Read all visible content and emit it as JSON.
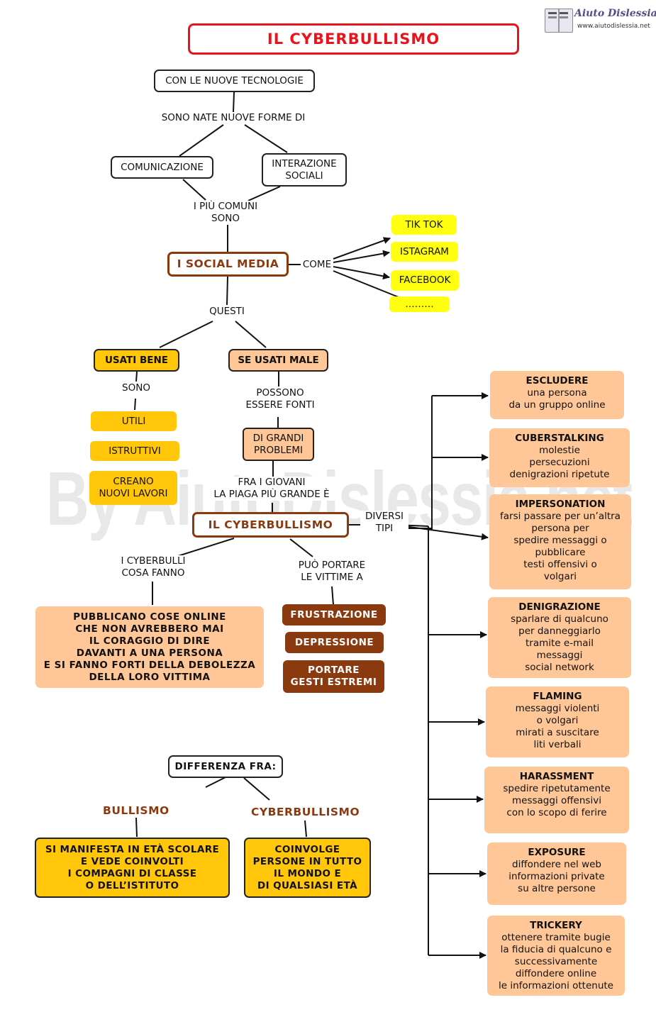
{
  "title": "IL CYBERBULLISMO",
  "logo": {
    "name": "Aiuto Dislessia",
    "url": "www.aiutodislessia.net"
  },
  "watermark": "By AiutoDislessia.net",
  "nodes": {
    "tech": "CON LE NUOVE TECNOLOGIE",
    "nate": "SONO NATE NUOVE FORME DI",
    "comunicazione": "COMUNICAZIONE",
    "interazione": "INTERAZIONE\nSOCIALI",
    "piu_comuni": "I PIÙ COMUNI\nSONO",
    "social_media": "I SOCIAL MEDIA",
    "come": "COME",
    "tiktok": "TIK TOK",
    "instagram": "ISTAGRAM",
    "facebook": "FACEBOOK",
    "dots": "………",
    "questi": "QUESTI",
    "usati_bene": "USATI  BENE",
    "usati_male": "SE USATI MALE",
    "sono": "SONO",
    "utili": "UTILI",
    "istruttivi": "ISTRUTTIVI",
    "creano": "CREANO\nNUOVI LAVORI",
    "possono": "POSSONO\nESSERE FONTI",
    "problemi": "DI GRANDI\nPROBLEMI",
    "fra_giovani": "FRA I GIOVANI\nLA PIAGA PIÙ GRANDE È",
    "cyberbullismo": "IL CYBERBULLISMO",
    "diversi_tipi": "DIVERSI\nTIPI",
    "cosa_fanno": "I CYBERBULLI\nCOSA FANNO",
    "pubblicano": "PUBBLICANO COSE ONLINE\nCHE NON AVREBBERO MAI\nIL CORAGGIO DI DIRE\nDAVANTI A UNA PERSONA\nE SI FANNO FORTI DELLA DEBOLEZZA\nDELLA LORO VITTIMA",
    "puo_portare": "PUÒ PORTARE\nLE VITTIME A",
    "frustrazione": "FRUSTRAZIONE",
    "depressione": "DEPRESSIONE",
    "gesti": "PORTARE\nGESTI ESTREMI",
    "differenza": "DIFFERENZA FRA:",
    "bullismo": "BULLISMO",
    "cyberbullismo2": "CYBERBULLISMO",
    "bullismo_desc": "SI MANIFESTA IN ETÀ SCOLARE\nE VEDE COINVOLTI\nI COMPAGNI DI CLASSE\nO DELL’ISTITUTO",
    "cyber_desc": "COINVOLGE\nPERSONE IN TUTTO\nIL MONDO E\nDI QUALSIASI ETÀ"
  },
  "types": [
    {
      "title": "ESCLUDERE",
      "desc": "una persona\nda un gruppo online"
    },
    {
      "title": "CUBERSTALKING",
      "desc": "molestie\npersecuzioni\ndenigrazioni ripetute"
    },
    {
      "title": "IMPERSONATION",
      "desc": "farsi passare per un’altra\npersona per\nspedire messaggi o\npubblicare\ntesti offensivi o\nvolgari"
    },
    {
      "title": "DENIGRAZIONE",
      "desc": "sparlare di qualcuno\nper danneggiarlo\ntramite e-mail\nmessaggi\nsocial network"
    },
    {
      "title": "FLAMING",
      "desc": "messaggi violenti\no volgari\nmirati a suscitare\nliti verbali"
    },
    {
      "title": "HARASSMENT",
      "desc": "spedire ripetutamente\nmessaggi offensivi\ncon lo scopo di ferire"
    },
    {
      "title": "EXPOSURE",
      "desc": "diffondere nel web\ninformazioni private\nsu altre persone"
    },
    {
      "title": "TRICKERY",
      "desc": "ottenere tramite bugie\nla fiducia di qualcuno e\nsuccessivamente\ndiffondere online\nle informazioni ottenute"
    }
  ],
  "colors": {
    "title_red": "#E8141B",
    "brown": "#8B3A10",
    "yellow": "#FFFF10",
    "gold": "#FFC60A",
    "peach": "#FFC797"
  }
}
